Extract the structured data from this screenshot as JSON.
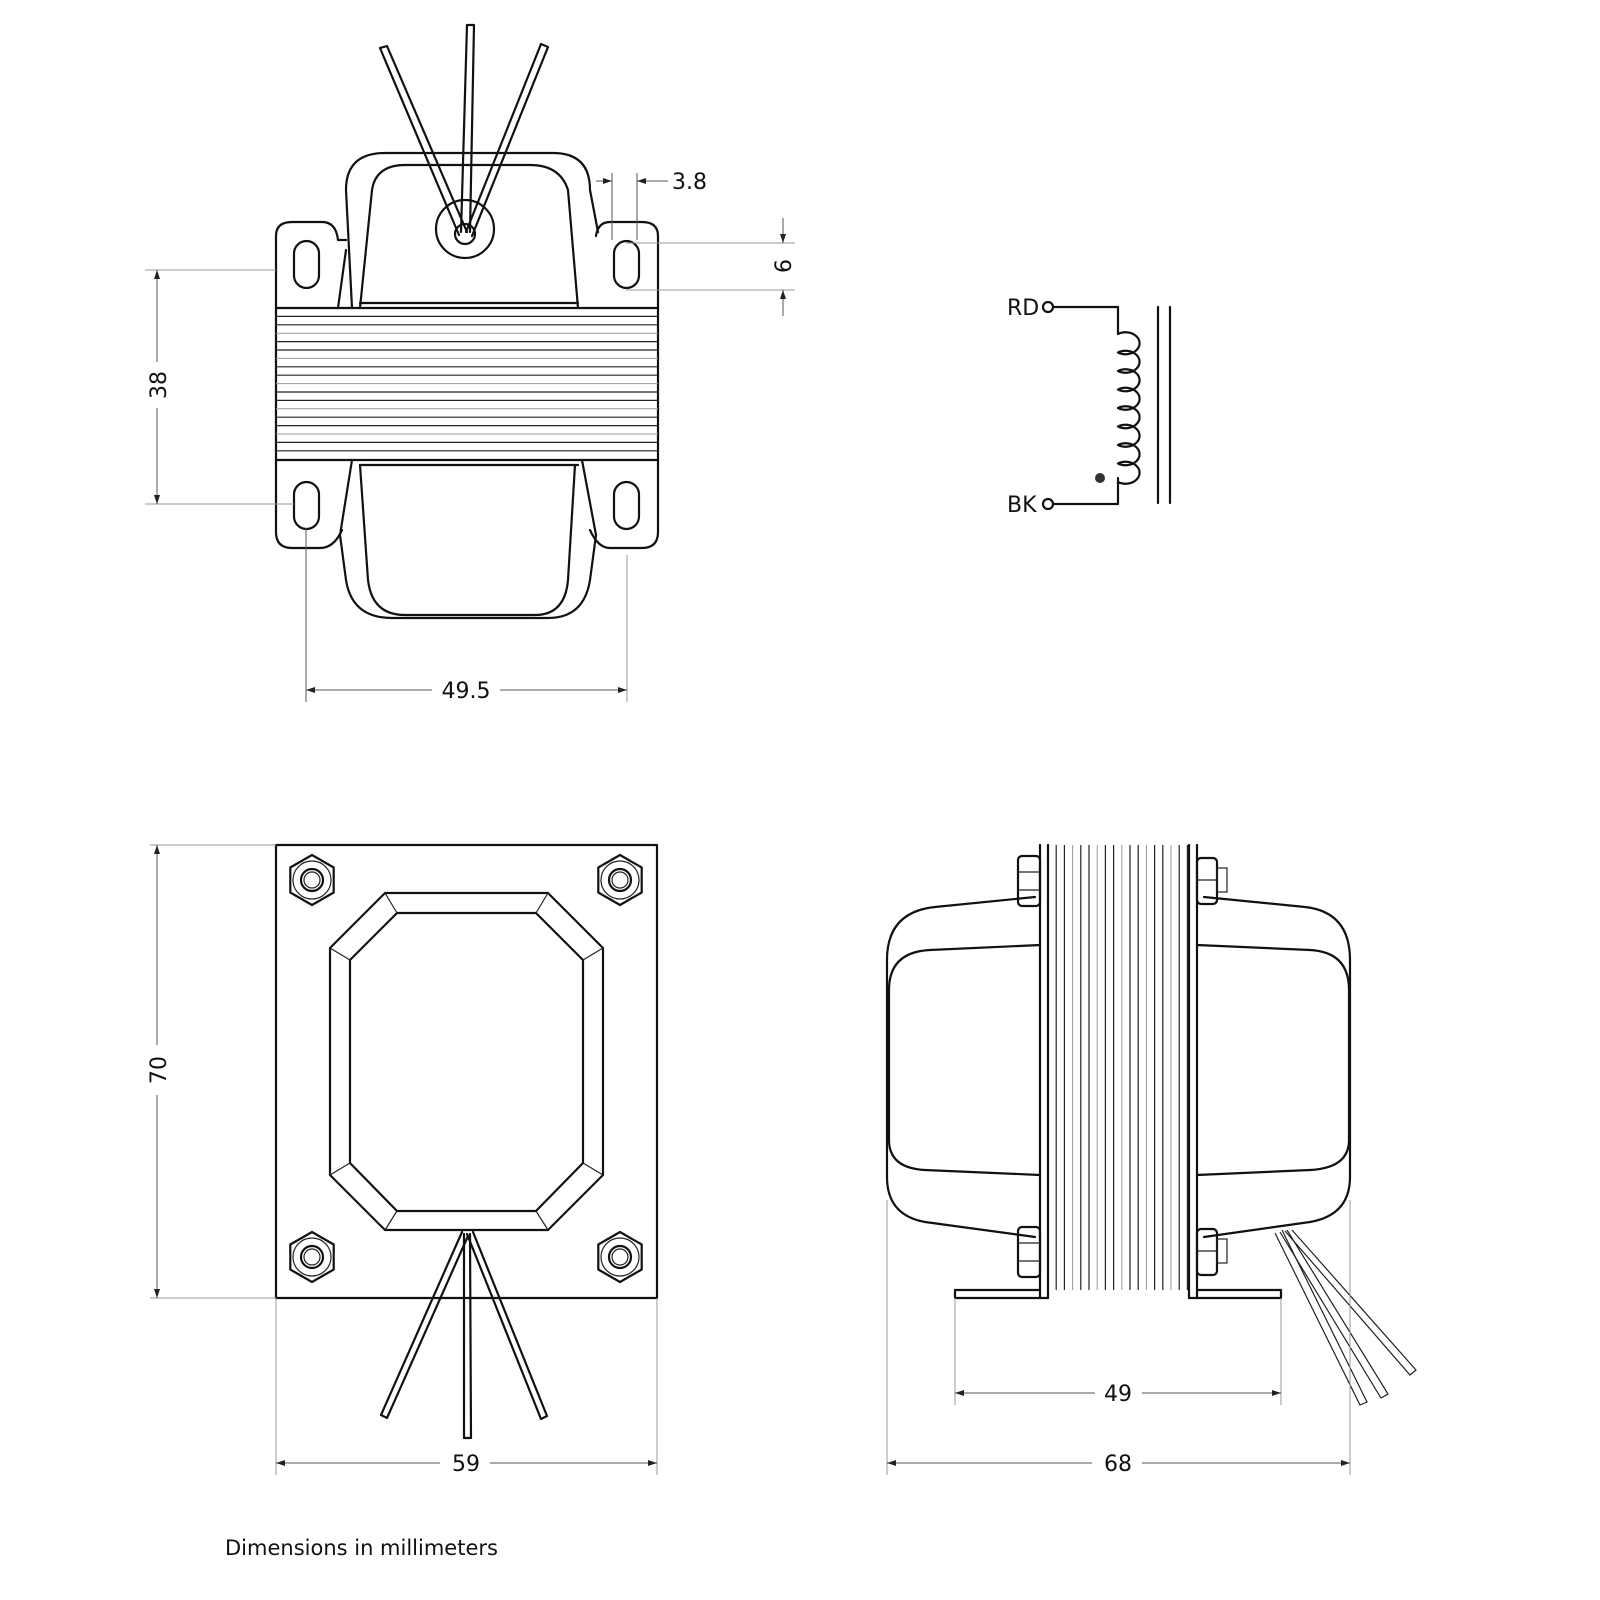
{
  "dimensions": {
    "tab_slot_width": "3.8",
    "tab_slot_height": "6",
    "mount_hole_vertical_spacing": "38",
    "mount_hole_horizontal_spacing": "49.5",
    "height": "70",
    "width": "59",
    "foot_spacing": "49",
    "depth": "68"
  },
  "schematic": {
    "lead_top": "RD",
    "lead_bottom": "BK"
  },
  "note": "Dimensions in millimeters"
}
